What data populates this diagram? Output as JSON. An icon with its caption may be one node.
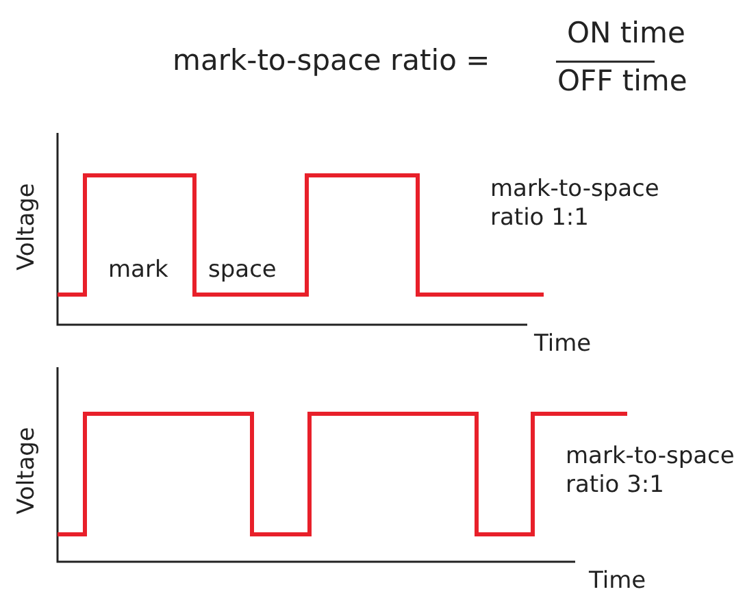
{
  "diagram": {
    "labels": [
      "mark-to-space ratio =",
      "ON time",
      "OFF time",
      "Voltage",
      "mark-to-space ratio 1:1",
      "mark",
      "space",
      "Time",
      "Voltage",
      "mark-to-space ratio 3:1",
      "Time"
    ]
  }
}
